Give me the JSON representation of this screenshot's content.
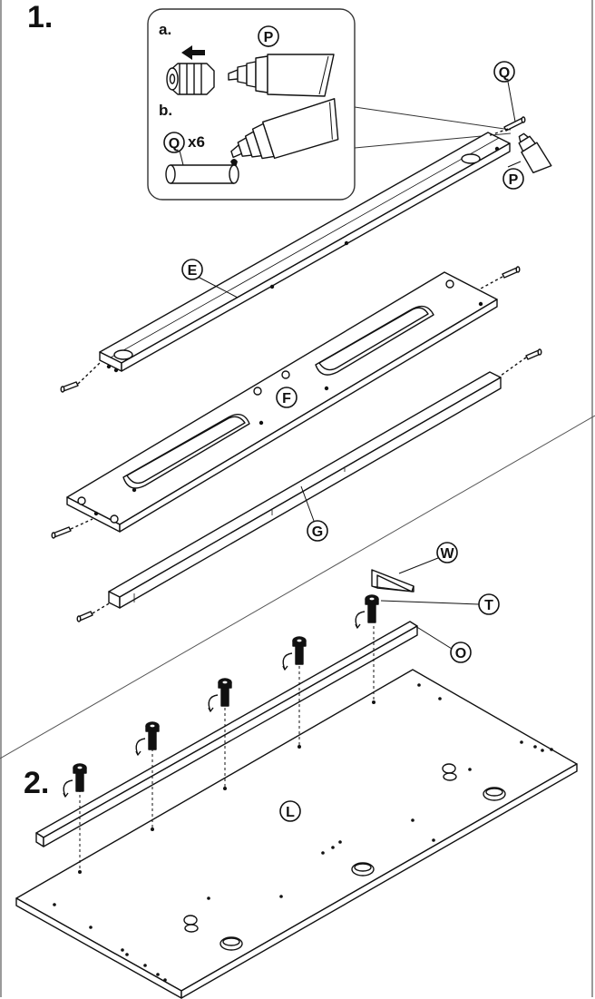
{
  "steps": [
    {
      "number": "1."
    },
    {
      "number": "2."
    }
  ],
  "inset": {
    "sub_a": "a.",
    "sub_b": "b.",
    "quantity": "x6",
    "arrow": "left-arrow-icon"
  },
  "callouts": {
    "P": "P",
    "Q": "Q",
    "E": "E",
    "F": "F",
    "G": "G",
    "W": "W",
    "T": "T",
    "O": "O",
    "L": "L"
  }
}
